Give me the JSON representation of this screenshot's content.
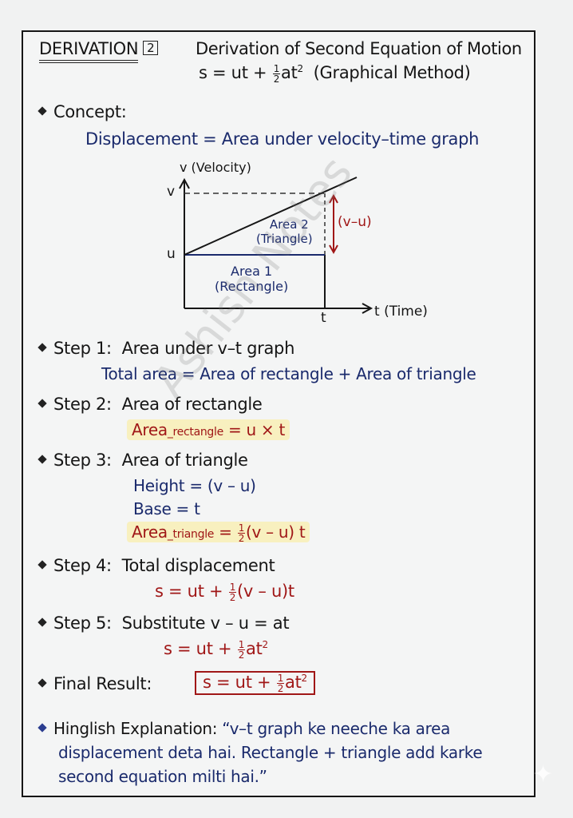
{
  "header": {
    "label": "DERIVATION",
    "number": "2",
    "title": "Derivation of Second Equation of Motion",
    "equation": {
      "lhs": "s = ut + ",
      "frac_num": "1",
      "frac_den": "2",
      "rhs": "at",
      "exp": "2",
      "method": "(Graphical Method)"
    }
  },
  "concept": {
    "label": "Concept:",
    "text": "Displacement = Area under velocity–time graph"
  },
  "graph": {
    "y_axis_label": "v (Velocity)",
    "x_axis_label": "t (Time)",
    "tick_v": "v",
    "tick_u": "u",
    "tick_t": "t",
    "area1_line1": "Area 1",
    "area1_line2": "(Rectangle)",
    "area2_line1": "Area 2",
    "area2_line2": "(Triangle)",
    "height_label": "(v–u)",
    "colors": {
      "axis": "#161616",
      "area_text": "#1a2a6c",
      "arrow": "#a01717"
    }
  },
  "steps": [
    {
      "label": "Step 1:",
      "title": "Area under v–t graph",
      "lines": [
        "Total area = Area of rectangle + Area of triangle"
      ]
    },
    {
      "label": "Step 2:",
      "title": "Area of rectangle",
      "formula": {
        "base": "Area",
        "sub": "_rectangle",
        "rhs": " = u × t"
      }
    },
    {
      "label": "Step 3:",
      "title": "Area of triangle",
      "lines": [
        "Height = (v – u)",
        "Base = t"
      ],
      "formula": {
        "base": "Area",
        "sub": "_triangle",
        "eq": " = ",
        "frac_num": "1",
        "frac_den": "2",
        "rhs": "(v – u) t"
      }
    },
    {
      "label": "Step 4:",
      "title": "Total displacement",
      "formula": {
        "lhs": "s = ut + ",
        "frac_num": "1",
        "frac_den": "2",
        "rhs": "(v – u)t"
      }
    },
    {
      "label": "Step 5:",
      "title": "Substitute  v – u = at",
      "formula": {
        "lhs": "s = ut + ",
        "frac_num": "1",
        "frac_den": "2",
        "rhs": "at",
        "exp": "2"
      }
    }
  ],
  "final": {
    "label": "Final Result:",
    "formula": {
      "lhs": "s = ut + ",
      "frac_num": "1",
      "frac_den": "2",
      "rhs": "at",
      "exp": "2"
    }
  },
  "hinglish": {
    "label": "Hinglish Explanation:",
    "line1": "“v–t graph ke neeche ka area",
    "line2": "displacement deta hai. Rectangle + triangle add karke",
    "line3": "second equation milti hai.”"
  },
  "watermark": "Ashish Notes",
  "colors": {
    "black": "#151515",
    "blue": "#1a2a6c",
    "red": "#a01717",
    "highlight": "#f8f0bf",
    "paper": "#f4f5f5"
  }
}
